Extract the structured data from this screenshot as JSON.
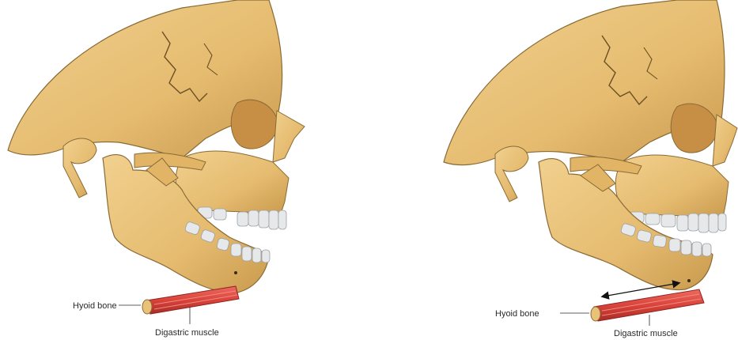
{
  "figure": {
    "panels": [
      {
        "id": "closed-jaw-relaxed",
        "labels": {
          "hyoid": "Hyoid bone",
          "muscle": "Digastric muscle"
        },
        "shows_contraction_arrow": false
      },
      {
        "id": "open-jaw-contracted",
        "labels": {
          "hyoid": "Hyoid bone",
          "muscle": "Digastric muscle"
        },
        "shows_contraction_arrow": true
      }
    ],
    "colors": {
      "bone": "#e9c27a",
      "bone_shadow": "#c99a4e",
      "bone_outline": "#8a6a35",
      "teeth": "#e6e8ea",
      "muscle": "#e0473f",
      "muscle_dark": "#b8322c",
      "label_text": "#2a2a2a"
    }
  }
}
